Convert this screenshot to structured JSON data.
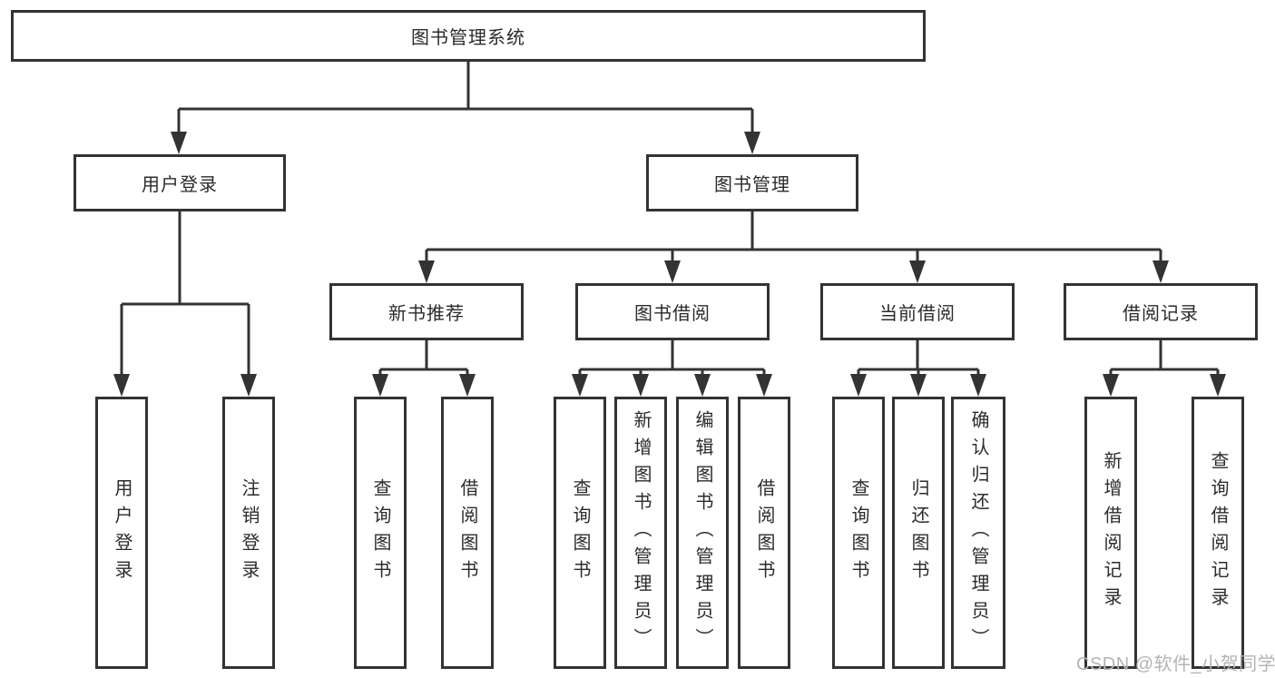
{
  "diagram": {
    "root": {
      "label": "图书管理系统"
    },
    "level2": [
      {
        "label": "用户登录",
        "children": [
          {
            "label": "用户登录"
          },
          {
            "label": "注销登录"
          }
        ]
      },
      {
        "label": "图书管理",
        "children": [
          {
            "label": "新书推荐",
            "children": [
              {
                "label": "查询图书"
              },
              {
                "label": "借阅图书"
              }
            ]
          },
          {
            "label": "图书借阅",
            "children": [
              {
                "label": "查询图书"
              },
              {
                "label": "新增图书（管理员）"
              },
              {
                "label": "编辑图书（管理员）"
              },
              {
                "label": "借阅图书"
              }
            ]
          },
          {
            "label": "当前借阅",
            "children": [
              {
                "label": "查询图书"
              },
              {
                "label": "归还图书"
              },
              {
                "label": "确认归还（管理员）"
              }
            ]
          },
          {
            "label": "借阅记录",
            "children": [
              {
                "label": "新增借阅记录"
              },
              {
                "label": "查询借阅记录"
              }
            ]
          }
        ]
      }
    ]
  },
  "watermark": {
    "text": "CSDN @软件_小贺同学"
  },
  "colors": {
    "line": "#333333",
    "box_border": "#333333",
    "box_fill": "#ffffff",
    "text": "#2b2b2b",
    "watermark": "#b4b4b4"
  }
}
